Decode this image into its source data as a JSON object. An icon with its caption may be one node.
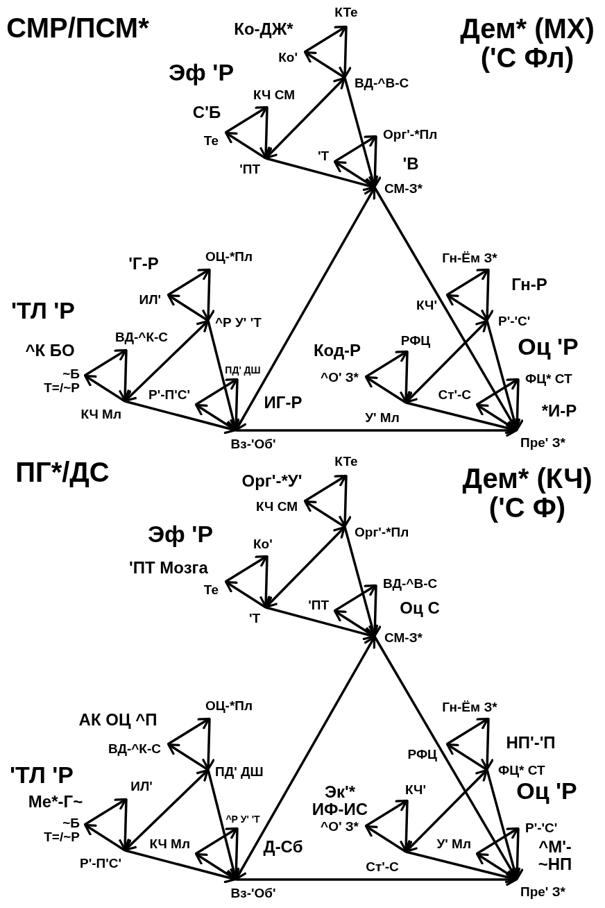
{
  "diagram": {
    "nodes": [
      {
        "text": [
          "ВД-^В-С"
        ]
      },
      {
        "text": [
          "КТе"
        ]
      },
      {
        "text": [
          "Ко'"
        ]
      },
      {
        "text": [
          "'ПТ"
        ]
      },
      {
        "text": [
          "КЧ СМ"
        ]
      },
      {
        "text": [
          "Те"
        ]
      },
      {
        "text": [
          "СМ-З*"
        ]
      },
      {
        "text": [
          "Орг'-*Пл"
        ]
      },
      {
        "text": [
          "'Т"
        ]
      },
      {
        "text": [
          "^Р У' 'Т"
        ]
      },
      {
        "text": [
          "ОЦ-*Пл"
        ]
      },
      {
        "text": [
          "ИЛ'"
        ]
      },
      {
        "text": [
          "КЧ Мл"
        ]
      },
      {
        "text": [
          "ВД-^К-С"
        ]
      },
      {
        "text": [
          "~Б Т=/~Р"
        ]
      },
      {
        "text": [
          "Вз-'Об'"
        ]
      },
      {
        "text": [
          "ПД' ДШ"
        ]
      },
      {
        "text": [
          "Р'-П'С'"
        ]
      },
      {
        "text": [
          "Р'-'С'"
        ]
      },
      {
        "text": [
          "Гн-Ём З*"
        ]
      },
      {
        "text": [
          "КЧ'"
        ]
      },
      {
        "text": [
          "У' Мл"
        ]
      },
      {
        "text": [
          "РФЦ"
        ]
      },
      {
        "text": [
          "^О' З*"
        ]
      },
      {
        "text": [
          "Пре' З*"
        ]
      },
      {
        "text": [
          "ФЦ* СТ"
        ]
      },
      {
        "text": [
          "Ст'-С"
        ]
      },
      {
        "text": [
          "Орг'-*Пл"
        ]
      },
      {
        "text": [
          "КТе"
        ]
      },
      {
        "text": [
          "КЧ СМ"
        ]
      },
      {
        "text": [
          "'Т"
        ]
      },
      {
        "text": [
          "Ко'"
        ]
      },
      {
        "text": [
          "Те"
        ]
      },
      {
        "text": [
          "СМ-З*"
        ]
      },
      {
        "text": [
          "ВД-^В-С"
        ]
      },
      {
        "text": [
          "'ПТ"
        ]
      },
      {
        "text": [
          "ПД' ДШ"
        ]
      },
      {
        "text": [
          "ОЦ-*Пл"
        ]
      },
      {
        "text": [
          "ВД-^К-С"
        ]
      },
      {
        "text": [
          "Р'-П'С'"
        ]
      },
      {
        "text": [
          "ИЛ'"
        ]
      },
      {
        "text": [
          "~Б Т=/~Р"
        ]
      },
      {
        "text": [
          "Вз-'Об'"
        ]
      },
      {
        "text": [
          "^Р У' 'Т"
        ]
      },
      {
        "text": [
          "КЧ Мл"
        ]
      },
      {
        "text": [
          "ФЦ* СТ"
        ]
      },
      {
        "text": [
          "Гн-Ём З*"
        ]
      },
      {
        "text": [
          "РФЦ"
        ]
      },
      {
        "text": [
          "Ст'-С"
        ]
      },
      {
        "text": [
          "КЧ'"
        ]
      },
      {
        "text": [
          "^О' З*"
        ]
      },
      {
        "text": [
          "Пре' З*"
        ]
      },
      {
        "text": [
          "Р'-'С'"
        ]
      },
      {
        "text": [
          "У' Мл"
        ]
      }
    ],
    "edges": [
      {
        "from": 0,
        "to": 2,
        "arrow": "to"
      },
      {
        "from": 2,
        "to": 1,
        "arrow": "to"
      },
      {
        "from": 1,
        "to": 0,
        "arrow": "to"
      },
      {
        "from": 3,
        "to": 5,
        "arrow": "to"
      },
      {
        "from": 5,
        "to": 4,
        "arrow": "to"
      },
      {
        "from": 4,
        "to": 3,
        "arrow": "to"
      },
      {
        "from": 6,
        "to": 8,
        "arrow": "to"
      },
      {
        "from": 8,
        "to": 7,
        "arrow": "to"
      },
      {
        "from": 7,
        "to": 6,
        "arrow": "to"
      },
      {
        "from": 0,
        "to": 3,
        "arrow": "both"
      },
      {
        "from": 3,
        "to": 6,
        "arrow": "to"
      },
      {
        "from": 0,
        "to": 6,
        "arrow": "to"
      },
      {
        "from": 9,
        "to": 11,
        "arrow": "to"
      },
      {
        "from": 11,
        "to": 10,
        "arrow": "to"
      },
      {
        "from": 10,
        "to": 9,
        "arrow": "to"
      },
      {
        "from": 12,
        "to": 14,
        "arrow": "to"
      },
      {
        "from": 14,
        "to": 13,
        "arrow": "to"
      },
      {
        "from": 13,
        "to": 12,
        "arrow": "to"
      },
      {
        "from": 15,
        "to": 17,
        "arrow": "to"
      },
      {
        "from": 17,
        "to": 16,
        "arrow": "to"
      },
      {
        "from": 16,
        "to": 15,
        "arrow": "to"
      },
      {
        "from": 9,
        "to": 12,
        "arrow": "both"
      },
      {
        "from": 12,
        "to": 15,
        "arrow": "to"
      },
      {
        "from": 9,
        "to": 15,
        "arrow": "to"
      },
      {
        "from": 18,
        "to": 20,
        "arrow": "to"
      },
      {
        "from": 20,
        "to": 19,
        "arrow": "to"
      },
      {
        "from": 19,
        "to": 18,
        "arrow": "to"
      },
      {
        "from": 21,
        "to": 23,
        "arrow": "to"
      },
      {
        "from": 23,
        "to": 22,
        "arrow": "to"
      },
      {
        "from": 22,
        "to": 21,
        "arrow": "to"
      },
      {
        "from": 24,
        "to": 26,
        "arrow": "to"
      },
      {
        "from": 26,
        "to": 25,
        "arrow": "to"
      },
      {
        "from": 25,
        "to": 24,
        "arrow": "to"
      },
      {
        "from": 18,
        "to": 21,
        "arrow": "both"
      },
      {
        "from": 21,
        "to": 24,
        "arrow": "to"
      },
      {
        "from": 18,
        "to": 24,
        "arrow": "to"
      },
      {
        "from": 6,
        "to": 15,
        "arrow": "both"
      },
      {
        "from": 15,
        "to": 24,
        "arrow": "to"
      },
      {
        "from": 6,
        "to": 24,
        "arrow": "to"
      },
      {
        "from": 27,
        "to": 29,
        "arrow": "to"
      },
      {
        "from": 29,
        "to": 28,
        "arrow": "to"
      },
      {
        "from": 28,
        "to": 27,
        "arrow": "to"
      },
      {
        "from": 30,
        "to": 32,
        "arrow": "to"
      },
      {
        "from": 32,
        "to": 31,
        "arrow": "to"
      },
      {
        "from": 31,
        "to": 30,
        "arrow": "to"
      },
      {
        "from": 33,
        "to": 35,
        "arrow": "to"
      },
      {
        "from": 35,
        "to": 34,
        "arrow": "to"
      },
      {
        "from": 34,
        "to": 33,
        "arrow": "to"
      },
      {
        "from": 27,
        "to": 30,
        "arrow": "both"
      },
      {
        "from": 30,
        "to": 33,
        "arrow": "to"
      },
      {
        "from": 27,
        "to": 33,
        "arrow": "to"
      },
      {
        "from": 36,
        "to": 38,
        "arrow": "to"
      },
      {
        "from": 38,
        "to": 37,
        "arrow": "to"
      },
      {
        "from": 37,
        "to": 36,
        "arrow": "to"
      },
      {
        "from": 39,
        "to": 41,
        "arrow": "to"
      },
      {
        "from": 41,
        "to": 40,
        "arrow": "to"
      },
      {
        "from": 40,
        "to": 39,
        "arrow": "to"
      },
      {
        "from": 42,
        "to": 44,
        "arrow": "to"
      },
      {
        "from": 44,
        "to": 43,
        "arrow": "to"
      },
      {
        "from": 43,
        "to": 42,
        "arrow": "to"
      },
      {
        "from": 36,
        "to": 39,
        "arrow": "both"
      },
      {
        "from": 39,
        "to": 42,
        "arrow": "to"
      },
      {
        "from": 36,
        "to": 42,
        "arrow": "to"
      },
      {
        "from": 45,
        "to": 47,
        "arrow": "to"
      },
      {
        "from": 47,
        "to": 46,
        "arrow": "to"
      },
      {
        "from": 46,
        "to": 45,
        "arrow": "to"
      },
      {
        "from": 48,
        "to": 50,
        "arrow": "to"
      },
      {
        "from": 50,
        "to": 49,
        "arrow": "to"
      },
      {
        "from": 49,
        "to": 48,
        "arrow": "to"
      },
      {
        "from": 51,
        "to": 53,
        "arrow": "to"
      },
      {
        "from": 53,
        "to": 52,
        "arrow": "to"
      },
      {
        "from": 52,
        "to": 51,
        "arrow": "to"
      },
      {
        "from": 45,
        "to": 48,
        "arrow": "both"
      },
      {
        "from": 48,
        "to": 51,
        "arrow": "to"
      },
      {
        "from": 45,
        "to": 51,
        "arrow": "to"
      },
      {
        "from": 33,
        "to": 42,
        "arrow": "both"
      },
      {
        "from": 42,
        "to": 51,
        "arrow": "to"
      },
      {
        "from": 33,
        "to": 51,
        "arrow": "to"
      }
    ],
    "labels": [
      "СМР/ПСМ*",
      "Дем* (МХ) ('С Фл)",
      "Ко-ДЖ*",
      "Эф 'Р",
      "С'Б",
      "'В",
      "'Г-Р",
      "'ТЛ 'Р",
      "^К БО",
      "ИГ-Р",
      "Гн-Р",
      "Оц 'Р",
      "Код-Р",
      "*И-Р",
      "ПГ*/ДС",
      "Дем* (КЧ) ('С Ф)",
      "Орг'-*У'",
      "Эф 'Р",
      "'ПТ Мозга",
      "Оц С",
      "АК ОЦ ^П",
      "'ТЛ 'Р",
      "Ме*-Г~",
      "Д-Сб",
      "НП'-'П",
      "Эк'* ИФ-ИС",
      "Оц 'Р",
      "^М'- ~НП"
    ]
  }
}
